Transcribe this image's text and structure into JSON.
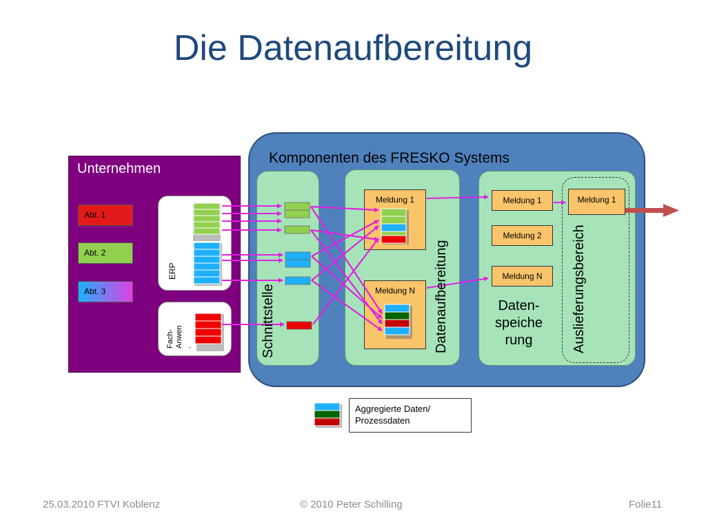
{
  "title": "Die Datenaufbereitung",
  "unternehmen": {
    "title": "Unternehmen",
    "abteilungen": [
      "Abt. 1",
      "Abt. 2",
      "Abt. 3"
    ],
    "erp_label": "ERP",
    "fach_label": [
      "Fach-",
      "Anwen",
      "."
    ]
  },
  "fresko": {
    "title": "Komponenten des FRESKO Systems",
    "schnittstelle": "Schnittstelle",
    "datenaufbereitung": "Datenaufbereitung",
    "datenspeicherung": [
      "Daten-",
      "speiche",
      "rung"
    ],
    "auslieferungsbereich": "Auslieferungsbereich",
    "meldungen": {
      "auf_1": "Meldung 1",
      "auf_n": "Meldung N",
      "speicher_1": "Meldung 1",
      "speicher_2": "Meldung 2",
      "speicher_n": "Meldung N",
      "auslieferung_1": "Meldung 1"
    }
  },
  "legend": {
    "line1": "Aggregierte Daten/",
    "line2": "Prozessdaten"
  },
  "footer": {
    "left": "25.03.2010 FTVI Koblenz",
    "center": "© 2010 Peter Schilling",
    "right": "Folie11"
  },
  "colors": {
    "title": "#1f497d",
    "fresko_panel": "#4f81bd",
    "unternehmen": "#7f007f",
    "component": "#a6e3b9",
    "meldung": "#fac46b",
    "arrow": "#e020e0",
    "export_arrow": "#c0504d"
  }
}
